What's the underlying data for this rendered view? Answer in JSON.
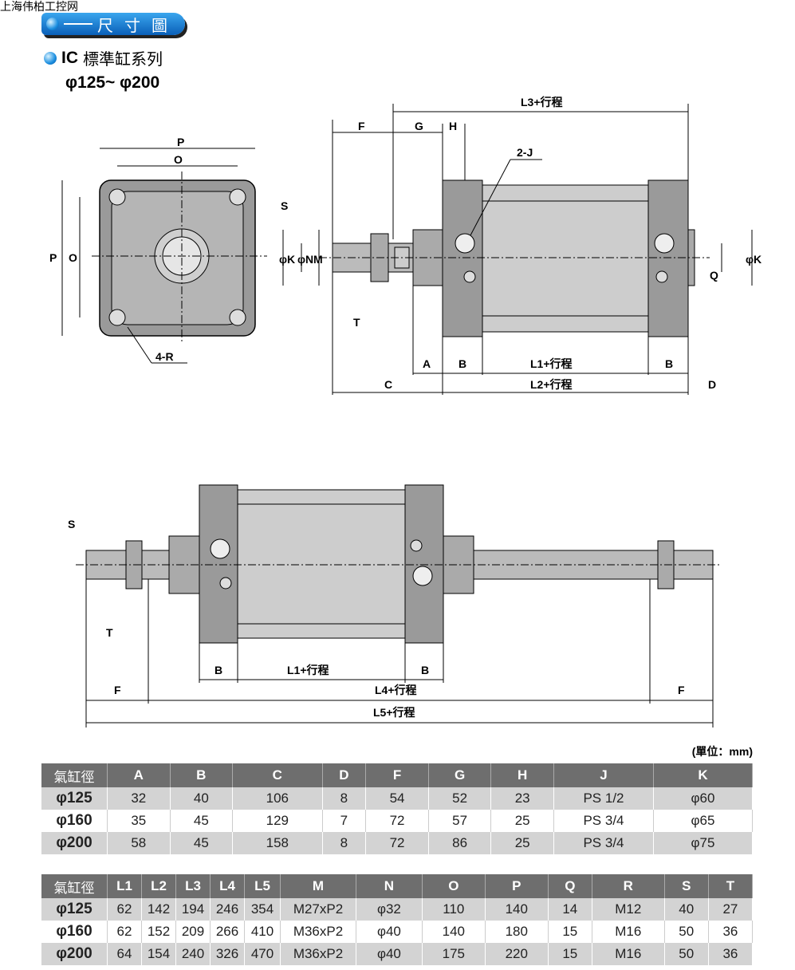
{
  "site": "上海伟柏工控网",
  "banner": "尺寸圖",
  "series": {
    "prefix": "IC",
    "title": "標準缸系列",
    "range": "φ125~ φ200"
  },
  "labels": {
    "P": "P",
    "O": "O",
    "R": "4-R",
    "F": "F",
    "G": "G",
    "H": "H",
    "L3": "L3+行程",
    "J": "2-J",
    "S": "S",
    "phiK": "φK",
    "phiN": "φN",
    "M": "M",
    "T": "T",
    "A": "A",
    "B": "B",
    "L1": "L1+行程",
    "C": "C",
    "L2": "L2+行程",
    "D": "D",
    "Q": "Q",
    "L4": "L4+行程",
    "L5": "L5+行程"
  },
  "unit": "(單位：mm)",
  "table1": {
    "headers": [
      "氣缸徑",
      "A",
      "B",
      "C",
      "D",
      "F",
      "G",
      "H",
      "J",
      "K"
    ],
    "rows": [
      [
        "φ125",
        "32",
        "40",
        "106",
        "8",
        "54",
        "52",
        "23",
        "PS 1/2",
        "φ60"
      ],
      [
        "φ160",
        "35",
        "45",
        "129",
        "7",
        "72",
        "57",
        "25",
        "PS 3/4",
        "φ65"
      ],
      [
        "φ200",
        "58",
        "45",
        "158",
        "8",
        "72",
        "86",
        "25",
        "PS 3/4",
        "φ75"
      ]
    ]
  },
  "table2": {
    "headers": [
      "氣缸徑",
      "L1",
      "L2",
      "L3",
      "L4",
      "L5",
      "M",
      "N",
      "O",
      "P",
      "Q",
      "R",
      "S",
      "T"
    ],
    "rows": [
      [
        "φ125",
        "62",
        "142",
        "194",
        "246",
        "354",
        "M27xP2",
        "φ32",
        "110",
        "140",
        "14",
        "M12",
        "40",
        "27"
      ],
      [
        "φ160",
        "62",
        "152",
        "209",
        "266",
        "410",
        "M36xP2",
        "φ40",
        "140",
        "180",
        "15",
        "M16",
        "50",
        "36"
      ],
      [
        "φ200",
        "64",
        "154",
        "240",
        "326",
        "470",
        "M36xP2",
        "φ40",
        "175",
        "220",
        "15",
        "M16",
        "50",
        "36"
      ]
    ]
  }
}
